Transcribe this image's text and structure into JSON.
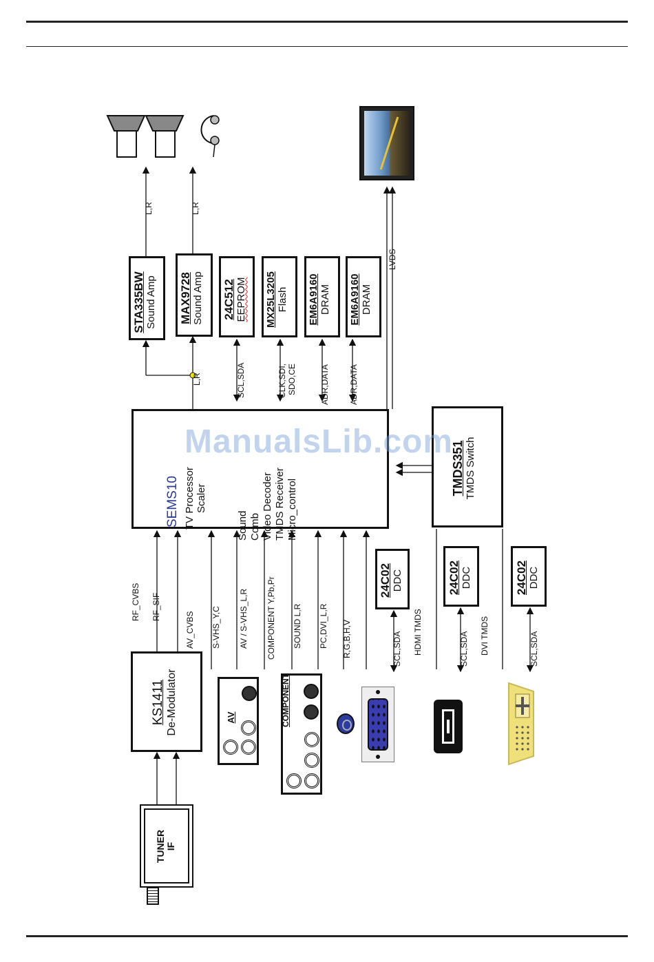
{
  "tuner": {
    "title": "TUNER",
    "sub": "IF"
  },
  "demod": {
    "part": "KS1411",
    "desc": "De-Modulator"
  },
  "processor": {
    "part": "SEMS10",
    "desc1": "TV Processor",
    "desc2": "Scaler",
    "features": [
      "Sound",
      "Comb",
      "Video Decoder",
      "TMDS Receiver",
      "Micro_control"
    ]
  },
  "amp1": {
    "part": "STA335BW",
    "desc": "Sound Amp"
  },
  "amp2": {
    "part": "MAX9728",
    "desc": "Sound Amp"
  },
  "eeprom": {
    "part": "24C512",
    "desc": "EEPROM"
  },
  "flash": {
    "part": "MX25L3205",
    "desc": "Flash"
  },
  "dram1": {
    "part": "EM6A9160",
    "desc": "DRAM"
  },
  "dram2": {
    "part": "EM6A9160",
    "desc": "DRAM"
  },
  "tmds": {
    "part": "TMDS351",
    "desc": "TMDS Switch"
  },
  "ddc1": {
    "part": "24C02",
    "desc": "DDC"
  },
  "ddc2": {
    "part": "24C02",
    "desc": "DDC"
  },
  "ddc3": {
    "part": "24C02",
    "desc": "DDC"
  },
  "av_conn": {
    "label": "AV"
  },
  "comp_conn": {
    "label": "COMPONENT"
  },
  "signals": {
    "rf_cvbs": "RF_CVBS",
    "rf_sif": "RF_SIF",
    "av_cvbs": "AV_CVBS",
    "svhs_yc": "S-VHS_Y,C",
    "av_svhs_lr": "AV / S-VHS_L,R",
    "component": "COMPONENT Y,Pb,Pr",
    "sound_lr": "SOUND L,R",
    "pc_dvi_lr": "PC,DVI_L,R",
    "rgbhv": "R,G,B,H,V",
    "scl_sda_vga": "SCL,SDA",
    "hdmi_tmds": "HDMI TMDS",
    "scl_sda_hdmi": "SCL,SDA",
    "dvi_tmds": "DVI TMDS",
    "scl_sda_dvi": "SCL,SDA",
    "lr_spk": "L,R",
    "lr_hp": "L,R",
    "lr_amp": "L,R",
    "scl_sda_eeprom": "SCL,SDA",
    "flash_bus1": "CLK,SDI,",
    "flash_bus2": "SDO,CE",
    "adr_data1": "ADR,DATA",
    "adr_data2": "ADR,DATA",
    "lvds": "LVDS"
  },
  "watermark": "ManualsLib.com",
  "colors": {
    "processor_label": "#2a3a9a",
    "junction": "#f2e600",
    "vga": "#3a3db0",
    "dvi": "#efe07a"
  }
}
